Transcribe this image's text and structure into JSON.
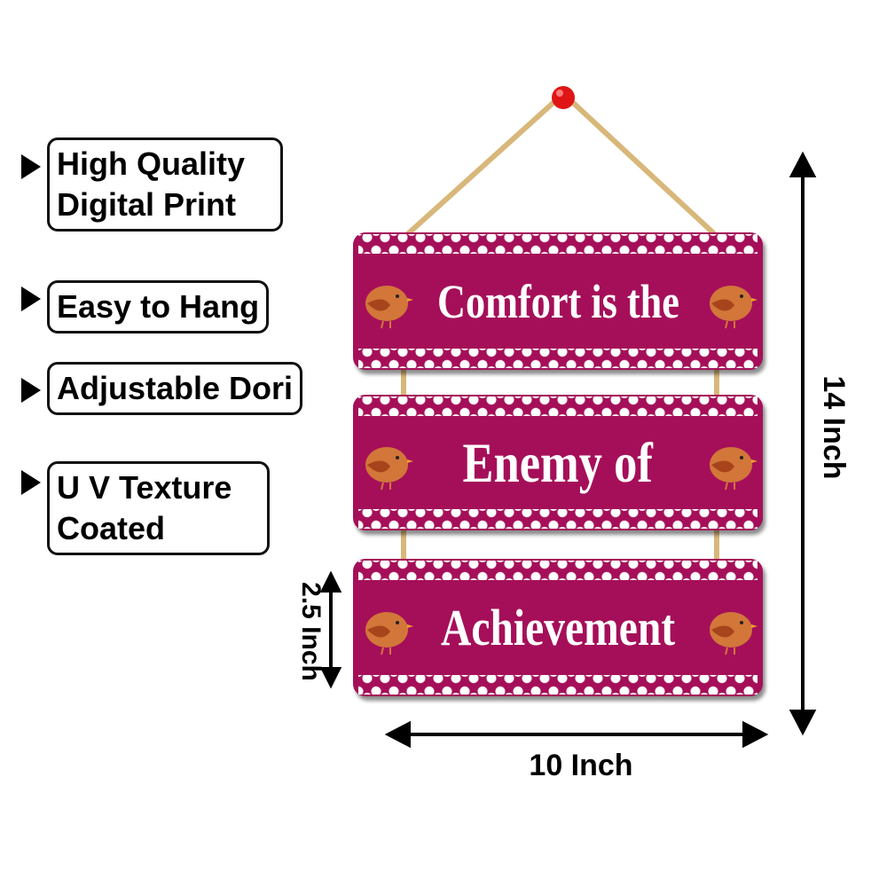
{
  "features": [
    {
      "label": "High Quality Digital Print"
    },
    {
      "label": "Easy to Hang"
    },
    {
      "label": "Adjustable Dori"
    },
    {
      "label": "U V Texture Coated"
    }
  ],
  "planks": [
    {
      "text": "Comfort is the"
    },
    {
      "text": "Enemy of"
    },
    {
      "text": "Achievement"
    }
  ],
  "dimensions": {
    "height": "14 Inch",
    "width": "10 Inch",
    "plank_height": "2.5 Inch"
  },
  "colors": {
    "plank": "#a50f59",
    "rope": "#d8b77a",
    "pin": "#e01515",
    "bird": "#d2763a"
  }
}
